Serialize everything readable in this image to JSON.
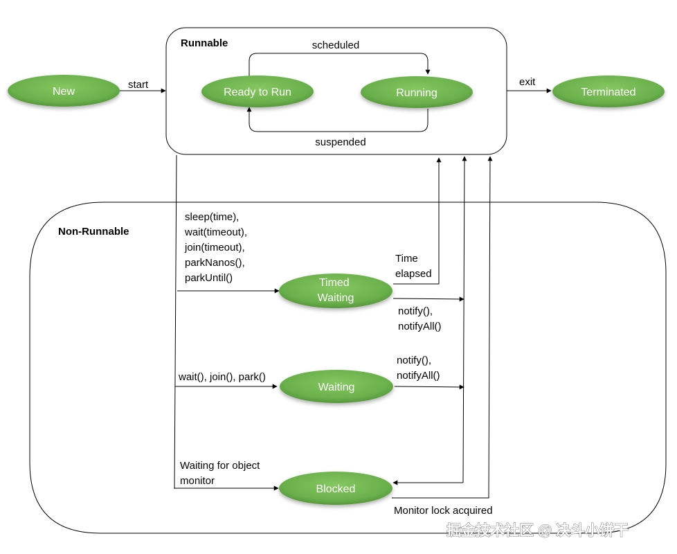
{
  "groups": {
    "runnable": "Runnable",
    "non_runnable": "Non-Runnable"
  },
  "states": {
    "new": "New",
    "ready_to_run": "Ready to Run",
    "running": "Running",
    "terminated": "Terminated",
    "timed_waiting": [
      "Timed",
      "Waiting"
    ],
    "waiting": "Waiting",
    "blocked": "Blocked"
  },
  "transitions": {
    "start": "start",
    "exit": "exit",
    "scheduled": "scheduled",
    "suspended": "suspended",
    "timed_wait_calls": [
      "sleep(time),",
      "wait(timeout),",
      "join(timeout),",
      "parkNanos(),",
      "parkUntil()"
    ],
    "time_elapsed": [
      "Time",
      "elapsed"
    ],
    "notify_from_timed": [
      "notify(),",
      "notifyAll()"
    ],
    "wait_calls": "wait(), join(), park()",
    "notify_from_waiting": [
      "notify(),",
      "notifyAll()"
    ],
    "waiting_for_monitor": [
      "Waiting for object",
      "monitor"
    ],
    "monitor_lock_acquired": "Monitor lock acquired"
  },
  "watermark": "掘金技术社区 @ 决斗小饼干",
  "colors": {
    "node_fill": "#6ab04c",
    "node_fill_dark": "#4f8f33",
    "line": "#000000"
  }
}
